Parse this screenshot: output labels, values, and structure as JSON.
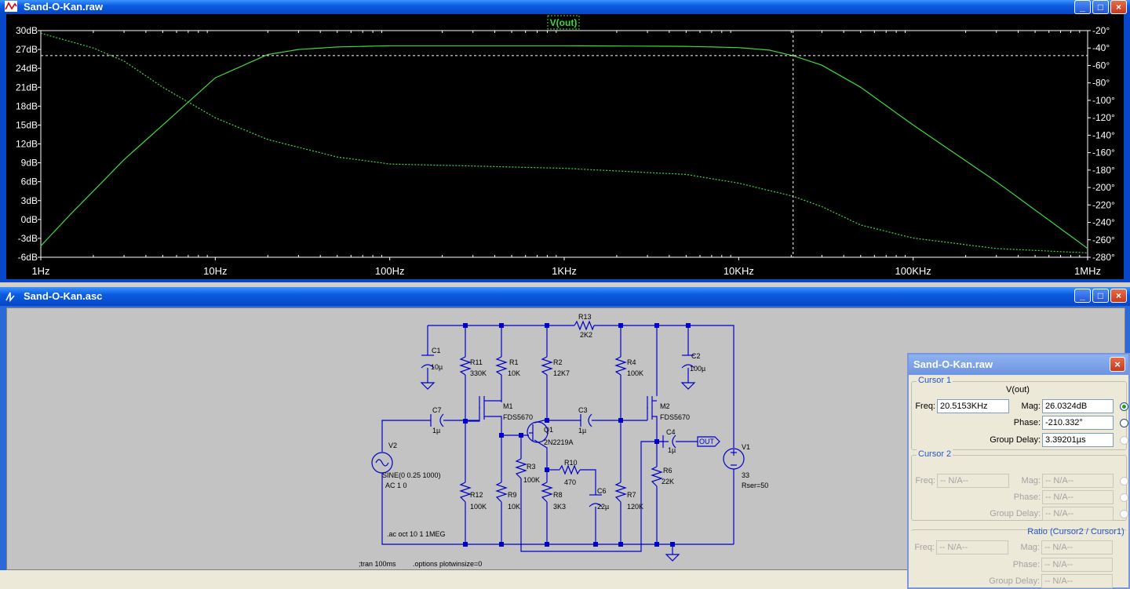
{
  "plot_window": {
    "title": "Sand-O-Kan.raw",
    "trace_label": "V(out)",
    "left_ticks": [
      "30dB",
      "27dB",
      "24dB",
      "21dB",
      "18dB",
      "15dB",
      "12dB",
      "9dB",
      "6dB",
      "3dB",
      "0dB",
      "-3dB",
      "-6dB"
    ],
    "right_ticks": [
      "-20°",
      "-40°",
      "-60°",
      "-80°",
      "-100°",
      "-120°",
      "-140°",
      "-160°",
      "-180°",
      "-200°",
      "-220°",
      "-240°",
      "-260°",
      "-280°"
    ],
    "x_ticks": [
      "1Hz",
      "10Hz",
      "100Hz",
      "1KHz",
      "10KHz",
      "100KHz",
      "1MHz"
    ],
    "colors": {
      "background": "#000000",
      "trace": "#3ed93e",
      "grid": "#ffffff"
    }
  },
  "chart_data": {
    "type": "line",
    "xscale": "log",
    "xlim": [
      1,
      1000000
    ],
    "ylim_left": [
      -6,
      30
    ],
    "ylim_right": [
      -280,
      -20
    ],
    "series": [
      {
        "name": "V(out)",
        "axis": "left",
        "x": [
          1,
          1.5,
          2,
          3,
          5,
          10,
          20,
          30,
          50,
          100,
          1000,
          5000,
          10000,
          15000,
          20515,
          30000,
          50000,
          100000,
          300000,
          1000000
        ],
        "values": [
          -4.2,
          1.0,
          4.5,
          9.5,
          15.0,
          22.5,
          26.2,
          27.0,
          27.4,
          27.6,
          27.6,
          27.5,
          27.3,
          26.9,
          26.0,
          24.5,
          21.0,
          15.0,
          6.0,
          -4.6
        ]
      },
      {
        "name": "V(out) phase",
        "axis": "right",
        "x": [
          1,
          2,
          3,
          5,
          10,
          20,
          50,
          100,
          1000,
          5000,
          10000,
          20515,
          30000,
          50000,
          100000,
          300000,
          1000000
        ],
        "values": [
          -23,
          -40,
          -55,
          -85,
          -120,
          -145,
          -165,
          -173,
          -178,
          -185,
          -195,
          -210,
          -222,
          -243,
          -258,
          -270,
          -275
        ]
      }
    ],
    "cursor1": {
      "x": 20515.3,
      "y_left": 26.0324
    }
  },
  "schematic_window": {
    "title": "Sand-O-Kan.asc",
    "labels": {
      "R13": "R13",
      "R13v": "2K2",
      "C1": "C1",
      "C1v": "10µ",
      "R11": "R11",
      "R11v": "330K",
      "R1": "R1",
      "R1v": "10K",
      "R2": "R2",
      "R2v": "12K7",
      "R4": "R4",
      "R4v": "100K",
      "C2": "C2",
      "C2v": "100µ",
      "M1": "M1",
      "M1v": "FDS5670",
      "M2": "M2",
      "M2v": "FDS5670",
      "C7": "C7",
      "C7v": "1µ",
      "C3": "C3",
      "C3v": "1µ",
      "C4": "C4",
      "C4v": "1µ",
      "Q1": "Q1",
      "Q1v": "2N2219A",
      "V2": "V2",
      "V2v1": "SINE(0 0.25 1000)",
      "V2v2": "AC 1 0",
      "R10": "R10",
      "R10v": "470",
      "R3": "R3",
      "R3v": "100K",
      "R6": "R6",
      "R6v": "22K",
      "V1": "V1",
      "V1v1": "33",
      "V1v2": "Rser=50",
      "R12": "R12",
      "R12v": "100K",
      "R9": "R9",
      "R9v": "10K",
      "R8": "R8",
      "R8v": "3K3",
      "C6": "C6",
      "C6v": "22µ",
      "R7": "R7",
      "R7v": "120K",
      "OUT": "OUT",
      "ac": ".ac oct 10 1 1MEG",
      "tran": ";tran 100ms",
      "options": ".options plotwinsize=0"
    }
  },
  "cursor_dialog": {
    "title": "Sand-O-Kan.raw",
    "close": "×",
    "cursor1": {
      "legend": "Cursor 1",
      "trace": "V(out)",
      "freq_label": "Freq:",
      "freq": "20.5153KHz",
      "mag_label": "Mag:",
      "mag": "26.0324dB",
      "phase_label": "Phase:",
      "phase": "-210.332°",
      "gd_label": "Group Delay:",
      "gd": "3.39201µs"
    },
    "cursor2": {
      "legend": "Cursor 2",
      "freq_label": "Freq:",
      "freq": "-- N/A--",
      "mag_label": "Mag:",
      "mag": "-- N/A--",
      "phase_label": "Phase:",
      "phase": "-- N/A--",
      "gd_label": "Group Delay:",
      "gd": "-- N/A--"
    },
    "ratio": {
      "legend": "Ratio (Cursor2 / Cursor1)",
      "freq_label": "Freq:",
      "freq": "-- N/A--",
      "mag_label": "Mag:",
      "mag": "-- N/A--",
      "phase_label": "Phase:",
      "phase": "-- N/A--",
      "gd_label": "Group Delay:",
      "gd": "-- N/A--"
    }
  }
}
